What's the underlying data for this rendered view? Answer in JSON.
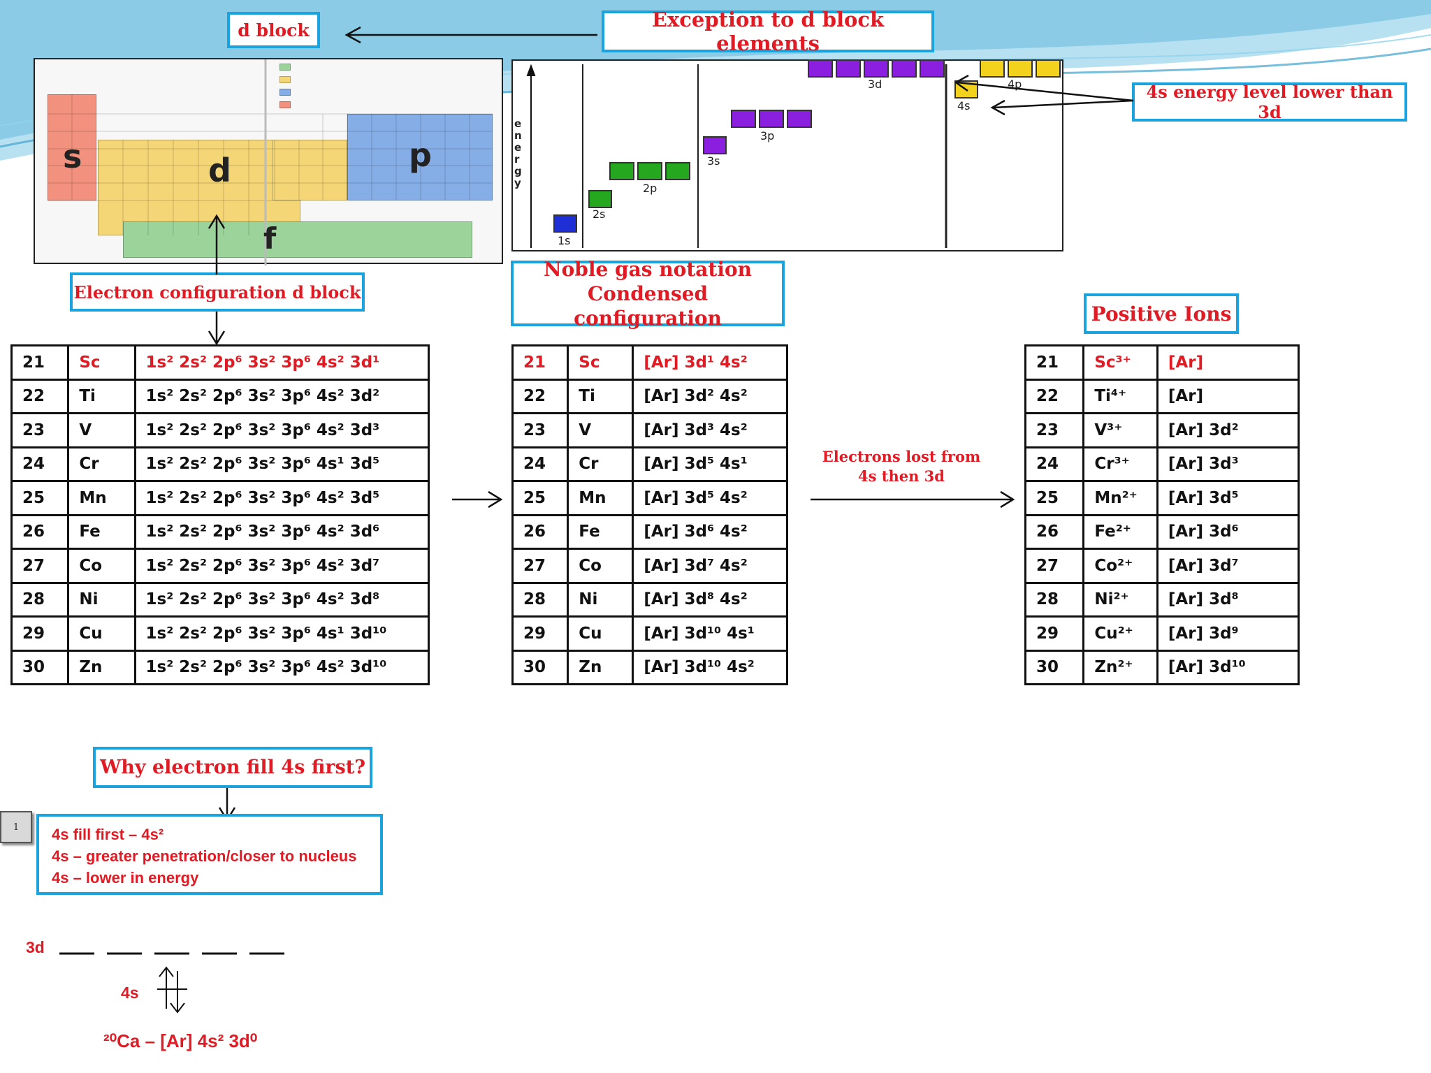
{
  "boxes": {
    "d_block": "d block",
    "exception": "Exception to d block elements",
    "energy_4s": "4s energy level lower than 3d",
    "e_config_d": "Electron configuration d block",
    "noble_line1": "Noble gas notation",
    "noble_line2": "Condensed configuration",
    "positive_ions": "Positive Ions",
    "why_4s": "Why electron fill 4s first?",
    "electrons_lost_1": "Electrons lost from",
    "electrons_lost_2": "4s  then 3d"
  },
  "periodic_table": {
    "block_s": "s",
    "block_d": "d",
    "block_p": "p",
    "block_f": "f"
  },
  "energy_diagram": {
    "axis_label": "e n e r g y",
    "levels": [
      "1s",
      "2s",
      "2p",
      "3s",
      "3p",
      "3d",
      "4s",
      "4p"
    ],
    "colors": {
      "1s": "#1f2fd6",
      "2s": "#25a81f",
      "2p": "#25a81f",
      "3s": "#8b1fe0",
      "3p": "#8b1fe0",
      "3d": "#8b1fe0",
      "4s": "#f2d21c",
      "4p": "#f2d21c"
    }
  },
  "table_full": [
    [
      "21",
      "Sc",
      "1s² 2s² 2p⁶ 3s² 3p⁶ 4s² 3d¹"
    ],
    [
      "22",
      "Ti",
      "1s² 2s² 2p⁶ 3s² 3p⁶ 4s² 3d²"
    ],
    [
      "23",
      "V",
      "1s² 2s² 2p⁶ 3s² 3p⁶ 4s² 3d³"
    ],
    [
      "24",
      "Cr",
      "1s² 2s² 2p⁶ 3s² 3p⁶ 4s¹ 3d⁵"
    ],
    [
      "25",
      "Mn",
      "1s² 2s² 2p⁶ 3s² 3p⁶ 4s² 3d⁵"
    ],
    [
      "26",
      "Fe",
      "1s² 2s² 2p⁶ 3s² 3p⁶ 4s² 3d⁶"
    ],
    [
      "27",
      "Co",
      "1s² 2s² 2p⁶ 3s² 3p⁶ 4s² 3d⁷"
    ],
    [
      "28",
      "Ni",
      "1s² 2s² 2p⁶ 3s² 3p⁶ 4s² 3d⁸"
    ],
    [
      "29",
      "Cu",
      "1s² 2s² 2p⁶ 3s² 3p⁶ 4s¹ 3d¹⁰"
    ],
    [
      "30",
      "Zn",
      "1s² 2s² 2p⁶ 3s² 3p⁶ 4s² 3d¹⁰"
    ]
  ],
  "table_noble": [
    [
      "21",
      "Sc",
      "[Ar] 3d¹ 4s²"
    ],
    [
      "22",
      "Ti",
      "[Ar] 3d² 4s²"
    ],
    [
      "23",
      "V",
      "[Ar] 3d³ 4s²"
    ],
    [
      "24",
      "Cr",
      "[Ar] 3d⁵ 4s¹"
    ],
    [
      "25",
      "Mn",
      "[Ar] 3d⁵ 4s²"
    ],
    [
      "26",
      "Fe",
      "[Ar] 3d⁶ 4s²"
    ],
    [
      "27",
      "Co",
      "[Ar] 3d⁷ 4s²"
    ],
    [
      "28",
      "Ni",
      "[Ar] 3d⁸ 4s²"
    ],
    [
      "29",
      "Cu",
      "[Ar] 3d¹⁰ 4s¹"
    ],
    [
      "30",
      "Zn",
      "[Ar] 3d¹⁰ 4s²"
    ]
  ],
  "table_ions": [
    [
      "21",
      "Sc³⁺",
      "[Ar]"
    ],
    [
      "22",
      "Ti⁴⁺",
      "[Ar]"
    ],
    [
      "23",
      "V³⁺",
      "[Ar] 3d²"
    ],
    [
      "24",
      "Cr³⁺",
      "[Ar] 3d³"
    ],
    [
      "25",
      "Mn²⁺",
      "[Ar] 3d⁵"
    ],
    [
      "26",
      "Fe²⁺",
      "[Ar] 3d⁶"
    ],
    [
      "27",
      "Co²⁺",
      "[Ar] 3d⁷"
    ],
    [
      "28",
      "Ni²⁺",
      "[Ar] 3d⁸"
    ],
    [
      "29",
      "Cu²⁺",
      "[Ar] 3d⁹"
    ],
    [
      "30",
      "Zn²⁺",
      "[Ar] 3d¹⁰"
    ]
  ],
  "why_box_lines": [
    "4s fill  first – 4s²",
    "4s – greater penetration/closer to nucleus",
    "4s – lower in energy"
  ],
  "slide_number": "1",
  "orbital_diagram": {
    "label_3d": "3d",
    "label_4s": "4s",
    "arrows_4s": "⇅",
    "calcium": "²⁰Ca – [Ar] 4s² 3d⁰"
  },
  "colors": {
    "accent_border": "#1aa3dd",
    "highlight_red": "#e01b24"
  }
}
